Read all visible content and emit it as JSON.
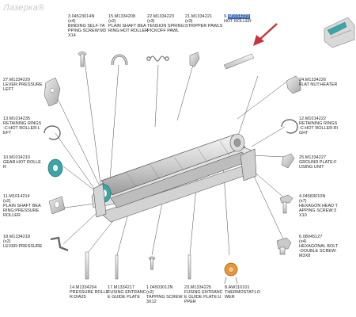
{
  "watermark": "Лазерка®",
  "highlight_color": "#2f63b5",
  "arrow_color": "#c8323c",
  "accent_color": "#3aa6a6",
  "parts": [
    {
      "id": "p1",
      "pn": "3.04523014N",
      "qty": "(x4)",
      "desc": [
        "BINDING SELF-TA",
        "PPING SCREW:M3",
        "X14"
      ]
    },
    {
      "id": "p2",
      "pn": "15.M1334208",
      "qty": "(x2)",
      "desc": [
        "PLAIN SHAFT BEA",
        "RING:HOT ROLLER"
      ]
    },
    {
      "id": "p3",
      "pn": "22.M1334223",
      "qty": "(x3)",
      "desc": [
        "TENSION SPRING:",
        "PICKOFF PAWL"
      ]
    },
    {
      "id": "p4",
      "pn": "21.M1334221",
      "qty": "(x3)",
      "desc": [
        "STRIPPER PAWLS"
      ]
    },
    {
      "id": "p5",
      "pn_prefix": "9.",
      "pn_hl": "M1014223",
      "qty": "",
      "desc": [
        "HOT ROLLER"
      ]
    },
    {
      "id": "p6",
      "pn": "27.M1334229",
      "qty": "",
      "desc": [
        "LEVER:PRESSURE",
        "LEFT"
      ]
    },
    {
      "id": "p7",
      "pn": "24.M1334226",
      "qty": "",
      "desc": [
        "FLAT NUT:HEATER"
      ]
    },
    {
      "id": "p8",
      "pn": "13.M1014235",
      "qty": "",
      "desc": [
        "RETAINING RINGS",
        "-C:HOT ROLLER:L",
        "EFT"
      ]
    },
    {
      "id": "p9",
      "pn": "12.M1014222",
      "qty": "",
      "desc": [
        "RETAINING RINGS",
        "-C:HOT ROLLER:RI",
        "GHT"
      ]
    },
    {
      "id": "p10",
      "pn": "10.M1014210",
      "qty": "",
      "desc": [
        "GEAR:HOT ROLLE",
        "R"
      ]
    },
    {
      "id": "p11",
      "pn": "25.M1334227",
      "qty": "",
      "desc": [
        "GROUND PLATE:F",
        "USING UNIT"
      ]
    },
    {
      "id": "p12",
      "pn": "11.M1014214",
      "qty": "(x2)",
      "desc": [
        "PLAIN SHAFT BEA",
        "RING:PRESSURE",
        "ROLLER"
      ]
    },
    {
      "id": "p13",
      "pn": "4.04583010N",
      "qty": "(x7)",
      "desc": [
        "HEXAGON HEAD T",
        "APPING SCREW:3",
        "X10"
      ]
    },
    {
      "id": "p14",
      "pn": "18.M1334218",
      "qty": "(x2)",
      "desc": [
        "LEVER:PRESSURE"
      ]
    },
    {
      "id": "p15",
      "pn": "6.08045127",
      "qty": "(x4)",
      "desc": [
        "HEXAGONAL BOLT",
        "-DOUBLE SCREW:",
        "M3X8"
      ]
    },
    {
      "id": "p16",
      "pn": "14.M1334204",
      "qty": "",
      "desc": [
        "PRESSURE ROLLE",
        "R:DIA25"
      ]
    },
    {
      "id": "p17",
      "pn": "17.M1334217",
      "qty": "",
      "desc": [
        "FUSING ENTRANC",
        "E GUIDE PLATE"
      ]
    },
    {
      "id": "p18",
      "pn": "1.04503012N",
      "qty": "(x2)",
      "desc": [
        "TAPPING SCREW:",
        "3X12"
      ]
    },
    {
      "id": "p19",
      "pn": "23.M1334225",
      "qty": "",
      "desc": [
        "FUSING ENTRANC",
        "E GUIDE PLATE:U",
        "PPER"
      ]
    },
    {
      "id": "p20",
      "pn": "8.AW110101",
      "qty": "",
      "desc": [
        "THERMOSTAT:LO",
        "WER"
      ]
    }
  ]
}
